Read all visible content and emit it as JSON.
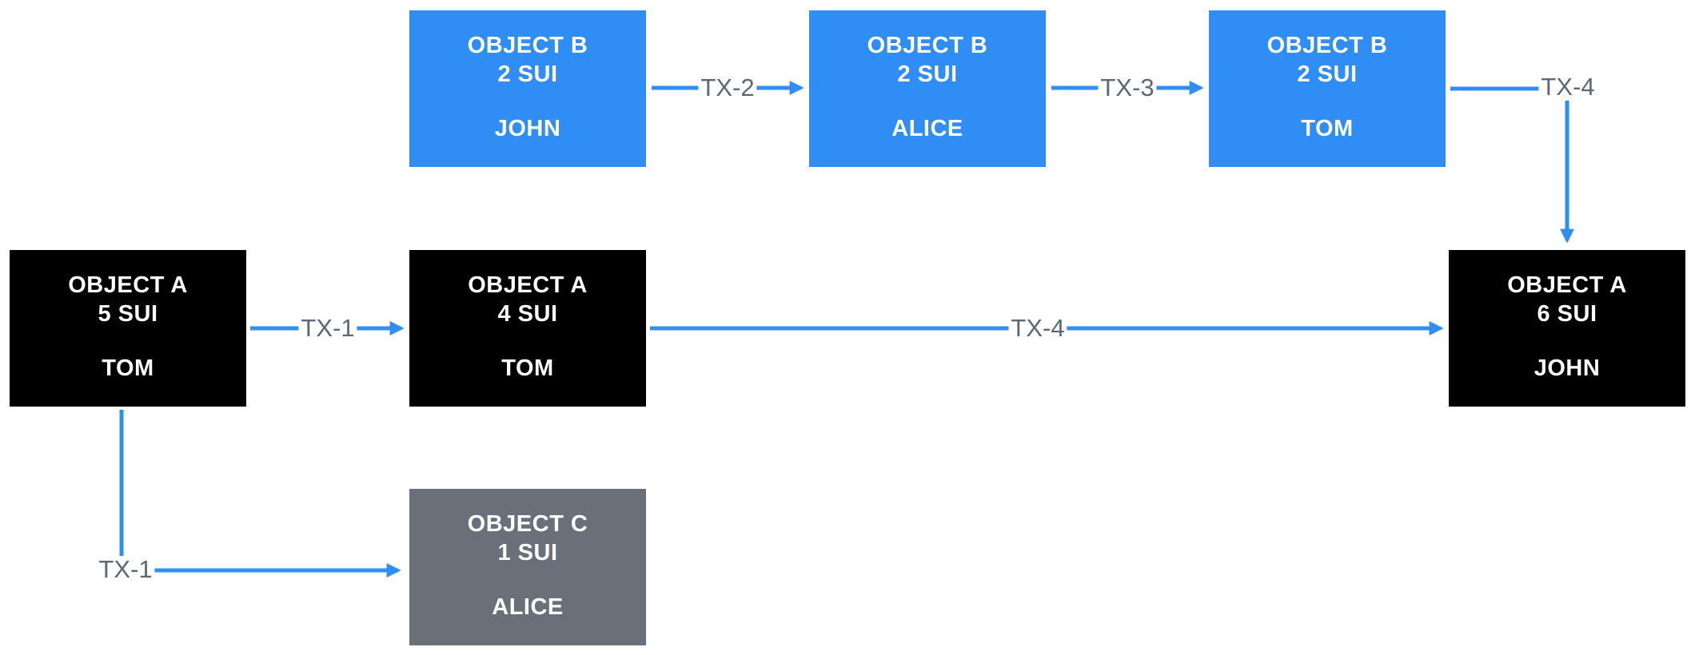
{
  "diagram": {
    "colors": {
      "box_blue": "#2F8DF4",
      "box_black": "#000000",
      "box_gray": "#68707A",
      "arrow_blue": "#2F8DF4",
      "label_gray": "#5C6874",
      "box_text": "#FFFFFF",
      "bg": "#FFFFFF"
    },
    "nodes": [
      {
        "title": "OBJECT B",
        "amount": "2 SUI",
        "owner": "JOHN"
      },
      {
        "title": "OBJECT B",
        "amount": "2 SUI",
        "owner": "ALICE"
      },
      {
        "title": "OBJECT B",
        "amount": "2 SUI",
        "owner": "TOM"
      },
      {
        "title": "OBJECT A",
        "amount": "5 SUI",
        "owner": "TOM"
      },
      {
        "title": "OBJECT A",
        "amount": "4 SUI",
        "owner": "TOM"
      },
      {
        "title": "OBJECT A",
        "amount": "6 SUI",
        "owner": "JOHN"
      },
      {
        "title": "OBJECT C",
        "amount": "1 SUI",
        "owner": "ALICE"
      }
    ],
    "edges": {
      "tx2": "TX-2",
      "tx3": "TX-3",
      "tx4_top": "TX-4",
      "tx1_mid": "TX-1",
      "tx4_long": "TX-4",
      "tx1_split": "TX-1"
    }
  }
}
